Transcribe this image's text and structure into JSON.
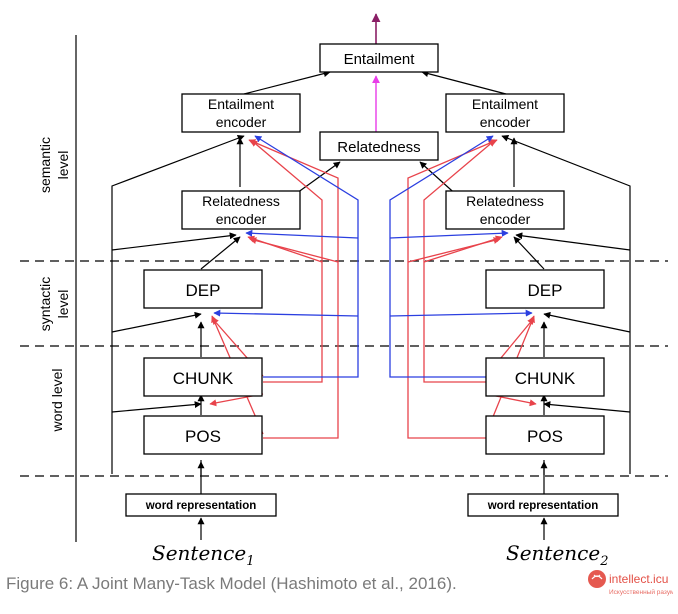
{
  "colors": {
    "black": "#000000",
    "red": "#e8434b",
    "blue": "#2b3fe0",
    "magenta": "#e83ce8",
    "dark_purple": "#8a1f66",
    "caption_gray": "#7a7a7a",
    "watermark_red": "#e03c31"
  },
  "levels": {
    "semantic_1": "semantic",
    "semantic_2": "level",
    "syntactic_1": "syntactic",
    "syntactic_2": "level",
    "word": "word level"
  },
  "boxes": {
    "entailment": "Entailment",
    "relatedness": "Relatedness",
    "entail_enc_1": "Entailment",
    "entail_enc_2": "encoder",
    "rel_enc_1": "Relatedness",
    "rel_enc_2": "encoder",
    "dep": "DEP",
    "chunk": "CHUNK",
    "pos": "POS",
    "word_rep": "word representation"
  },
  "sentences": {
    "s1_base": "Sentence",
    "s1_sub": "1",
    "s2_base": "Sentence",
    "s2_sub": "2"
  },
  "caption": "Figure 6: A Joint Many-Task Model (Hashimoto et al., 2016).",
  "watermark": {
    "line1": "intellect.icu",
    "line2": "Искусственный разум",
    "icon": "brain-logo-icon"
  }
}
